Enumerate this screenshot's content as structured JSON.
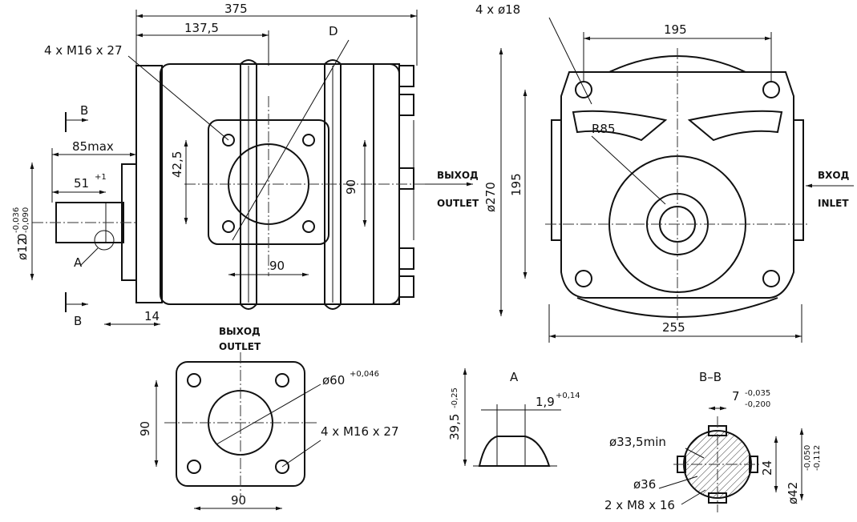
{
  "front_view": {
    "dim_overall_length": "375",
    "dim_flange_offset": "137,5",
    "label_d": "D",
    "thread_note": "4 x M16 x 27",
    "section_mark": "B",
    "dim_shaft_max": "85max",
    "dim_shaft_key": "51",
    "dim_shaft_key_tol": "+1",
    "dim_shaft_diameter": "ø12",
    "dim_shaft_diameter_suffix": "0",
    "dim_shaft_tol_upper": "-0,036",
    "dim_shaft_tol_lower": "-0,090",
    "detail_mark": "A",
    "dim_vertical_offset": "42,5",
    "dim_bolt_pitch_v": "90",
    "dim_bolt_pitch_h": "90",
    "dim_flange_thickness": "14",
    "outlet_ru": "ВЫХОД",
    "outlet_en": "OUTLET"
  },
  "side_view": {
    "hole_note": "4 x ø18",
    "dim_bolt_spacing_top": "195",
    "dim_height": "ø270",
    "dim_bolt_spacing_side": "195",
    "radius_note": "R85",
    "dim_width": "255",
    "inlet_ru": "ВХОД",
    "inlet_en": "INLET"
  },
  "outlet_flange_view": {
    "title_ru": "ВЫХОД",
    "title_en": "OUTLET",
    "bore_note": "ø60",
    "bore_tol": "+0,046",
    "thread_note": "4 x M16 x 27",
    "dim_height": "90",
    "dim_width": "90"
  },
  "detail_a": {
    "title": "A",
    "dim_depth": "39,5",
    "dim_depth_tol": "-0,25",
    "dim_width": "1,9",
    "dim_width_tol": "+0,14"
  },
  "section_bb": {
    "title": "B–B",
    "dim_key_width": "7",
    "dim_key_tol_upper": "-0,035",
    "dim_key_tol_lower": "-0,200",
    "minor_diameter": "ø33,5min",
    "pitch_diameter": "ø36",
    "thread_note": "2 x M8 x 16",
    "dim_span": "24",
    "outer_diameter": "ø42",
    "outer_tol_upper": "-0,050",
    "outer_tol_lower": "-0,112"
  }
}
